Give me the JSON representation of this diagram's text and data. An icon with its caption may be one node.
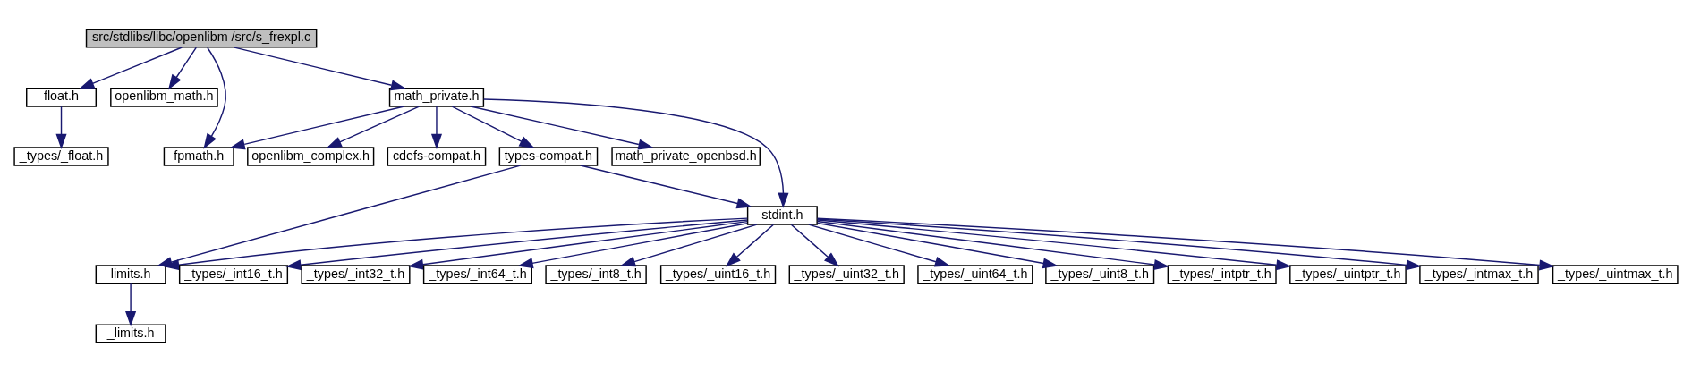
{
  "diagram": {
    "nodes": [
      {
        "text": [
          "src/stdlibs/libc/openlibm /src/s_frexpl.c"
        ]
      },
      {
        "text": [
          "float.h"
        ]
      },
      {
        "text": [
          "openlibm_math.h"
        ]
      },
      {
        "text": [
          "fpmath.h"
        ]
      },
      {
        "text": [
          "math_private.h"
        ]
      },
      {
        "text": [
          "_types/_float.h"
        ]
      },
      {
        "text": [
          "openlibm_complex.h"
        ]
      },
      {
        "text": [
          "cdefs-compat.h"
        ]
      },
      {
        "text": [
          "types-compat.h"
        ]
      },
      {
        "text": [
          "math_private_openbsd.h"
        ]
      },
      {
        "text": [
          "stdint.h"
        ]
      },
      {
        "text": [
          "limits.h"
        ]
      },
      {
        "text": [
          "_types/_int16_t.h"
        ]
      },
      {
        "text": [
          "_types/_int32_t.h"
        ]
      },
      {
        "text": [
          "_types/_int64_t.h"
        ]
      },
      {
        "text": [
          "_types/_int8_t.h"
        ]
      },
      {
        "text": [
          "_types/_uint16_t.h"
        ]
      },
      {
        "text": [
          "_types/_uint32_t.h"
        ]
      },
      {
        "text": [
          "_types/_uint64_t.h"
        ]
      },
      {
        "text": [
          "_types/_uint8_t.h"
        ]
      },
      {
        "text": [
          "_types/_intptr_t.h"
        ]
      },
      {
        "text": [
          "_types/_uintptr_t.h"
        ]
      },
      {
        "text": [
          "_types/_intmax_t.h"
        ]
      },
      {
        "text": [
          "_types/_uintmax_t.h"
        ]
      },
      {
        "text": [
          "_limits.h"
        ]
      }
    ],
    "edges": [
      {
        "from": 0,
        "to": 1,
        "arrow": "to"
      },
      {
        "from": 0,
        "to": 2,
        "arrow": "to"
      },
      {
        "from": 0,
        "to": 3,
        "arrow": "to"
      },
      {
        "from": 0,
        "to": 4,
        "arrow": "to"
      },
      {
        "from": 1,
        "to": 5,
        "arrow": "to"
      },
      {
        "from": 4,
        "to": 3,
        "arrow": "to"
      },
      {
        "from": 4,
        "to": 6,
        "arrow": "to"
      },
      {
        "from": 4,
        "to": 7,
        "arrow": "to"
      },
      {
        "from": 4,
        "to": 8,
        "arrow": "to"
      },
      {
        "from": 4,
        "to": 10,
        "arrow": "to"
      },
      {
        "from": 4,
        "to": 9,
        "arrow": "to"
      },
      {
        "from": 8,
        "to": 10,
        "arrow": "to"
      },
      {
        "from": 8,
        "to": 11,
        "arrow": "to"
      },
      {
        "from": 10,
        "to": 11,
        "arrow": "to"
      },
      {
        "from": 10,
        "to": 12,
        "arrow": "to"
      },
      {
        "from": 10,
        "to": 13,
        "arrow": "to"
      },
      {
        "from": 10,
        "to": 14,
        "arrow": "to"
      },
      {
        "from": 10,
        "to": 15,
        "arrow": "to"
      },
      {
        "from": 10,
        "to": 16,
        "arrow": "to"
      },
      {
        "from": 10,
        "to": 17,
        "arrow": "to"
      },
      {
        "from": 10,
        "to": 18,
        "arrow": "to"
      },
      {
        "from": 10,
        "to": 19,
        "arrow": "to"
      },
      {
        "from": 10,
        "to": 20,
        "arrow": "to"
      },
      {
        "from": 10,
        "to": 21,
        "arrow": "to"
      },
      {
        "from": 10,
        "to": 22,
        "arrow": "to"
      },
      {
        "from": 10,
        "to": 23,
        "arrow": "to"
      },
      {
        "from": 11,
        "to": 24,
        "arrow": "to"
      }
    ]
  }
}
